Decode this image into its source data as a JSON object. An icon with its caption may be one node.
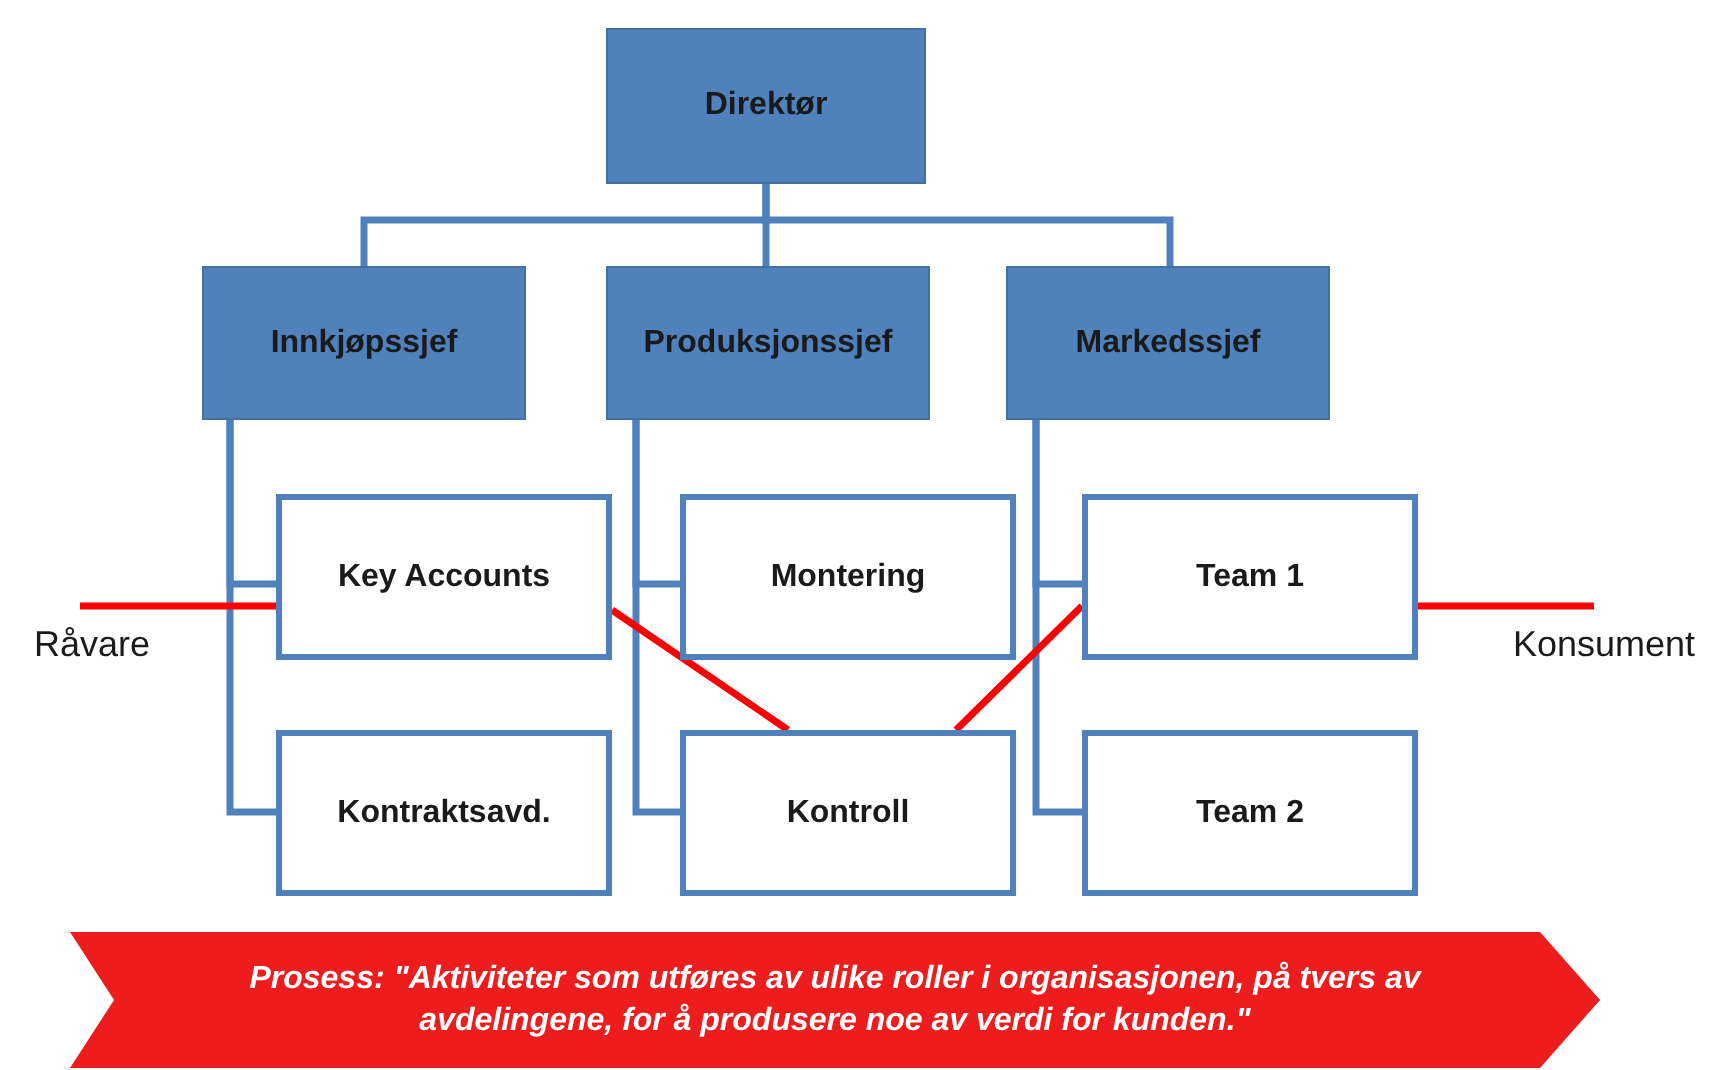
{
  "diagram": {
    "nodes": [
      {
        "text": [
          "Direktør"
        ]
      },
      {
        "text": [
          "Innkjøpssjef"
        ]
      },
      {
        "text": [
          "Produksjonssjef"
        ]
      },
      {
        "text": [
          "Markedssjef"
        ]
      },
      {
        "text": [
          "Key Accounts"
        ]
      },
      {
        "text": [
          "Kontraktsavd."
        ]
      },
      {
        "text": [
          "Montering"
        ]
      },
      {
        "text": [
          "Kontroll"
        ]
      },
      {
        "text": [
          "Team 1"
        ]
      },
      {
        "text": [
          "Team 2"
        ]
      },
      {
        "text": [
          "Råvare"
        ]
      },
      {
        "text": [
          "Konsument"
        ]
      },
      {
        "text": [
          "Prosess: \"Aktiviteter som utføres av ulike roller i organisasjonen, på tvers av avdelingene, for å produsere noe av verdi for kunden.\""
        ]
      }
    ],
    "edges": [
      {
        "from": 0,
        "to": 1,
        "arrow": "none"
      },
      {
        "from": 0,
        "to": 2,
        "arrow": "none"
      },
      {
        "from": 0,
        "to": 3,
        "arrow": "none"
      },
      {
        "from": 1,
        "to": 4,
        "arrow": "none"
      },
      {
        "from": 1,
        "to": 5,
        "arrow": "none"
      },
      {
        "from": 2,
        "to": 6,
        "arrow": "none"
      },
      {
        "from": 2,
        "to": 7,
        "arrow": "none"
      },
      {
        "from": 3,
        "to": 8,
        "arrow": "none"
      },
      {
        "from": 3,
        "to": 9,
        "arrow": "none"
      },
      {
        "from": 10,
        "to": 4,
        "arrow": "none",
        "color": "#ff0000"
      },
      {
        "from": 4,
        "to": 7,
        "arrow": "none",
        "color": "#ff0000"
      },
      {
        "from": 7,
        "to": 8,
        "arrow": "none",
        "color": "#ff0000"
      },
      {
        "from": 8,
        "to": 11,
        "arrow": "none",
        "color": "#ff0000"
      }
    ]
  }
}
